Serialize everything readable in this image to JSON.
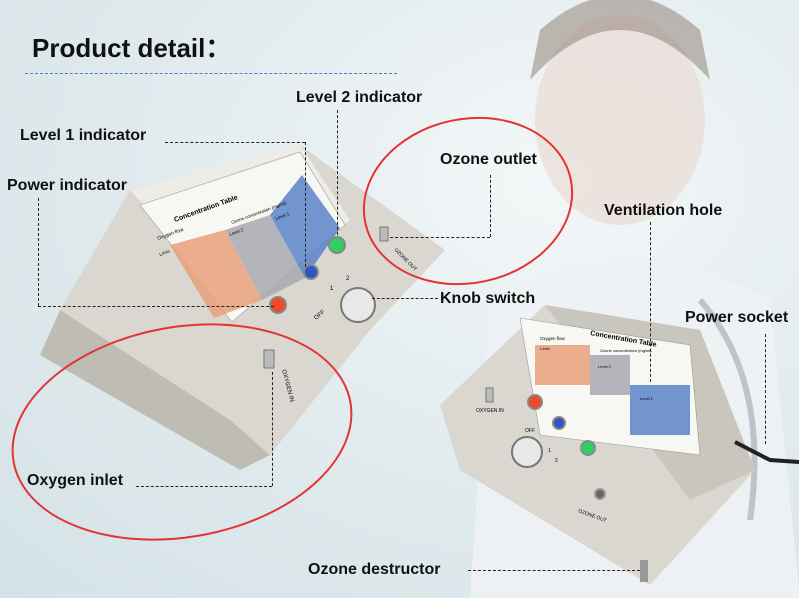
{
  "title": "Product detail：",
  "labels": {
    "level2": "Level 2 indicator",
    "level1": "Level 1 indicator",
    "power_indicator": "Power indicator",
    "ozone_outlet": "Ozone outlet",
    "ventilation": "Ventilation hole",
    "knob_switch": "Knob switch",
    "power_socket": "Power socket",
    "oxygen_inlet": "Oxygen inlet",
    "ozone_destructor": "Ozone destructor"
  },
  "device": {
    "table_title": "Concentration Table",
    "col_oxygen_flow": "Oxygen flow",
    "col_ozone_conc": "Ozone concentration (mg/ml)",
    "col_level1": "Level 1",
    "col_level2": "Level 2",
    "flow_unit": "L/min",
    "oxygen_port_label": "OXYGEN IN",
    "ozone_port_label": "OZONE OUT",
    "knob_off": "OFF",
    "knob_1": "1",
    "knob_2": "2"
  },
  "colors": {
    "ring": "#e33333",
    "orange_cells": "#e8a07a",
    "gray_cells": "#a8a8b0",
    "blue_cells": "#5b84c8",
    "led_red": "#f04a2a",
    "led_blue": "#2d55c8",
    "led_green": "#2fd060"
  }
}
